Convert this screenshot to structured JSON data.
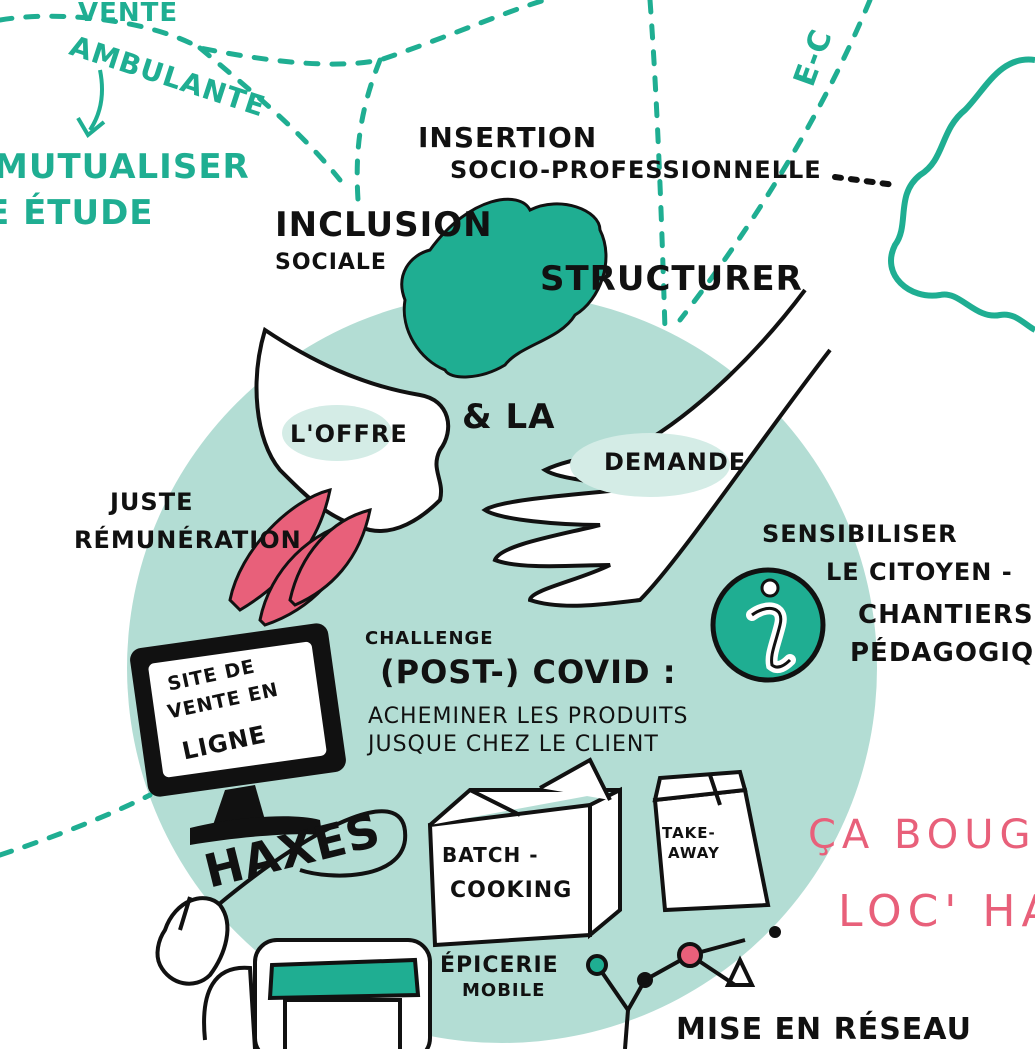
{
  "colors": {
    "teal": "#1fae92",
    "circle": "#b3ddd4",
    "pink": "#e8607a",
    "ink": "#111111"
  },
  "top_left": {
    "vente": "VENTE",
    "ambulante": "AMBULANTE",
    "mutualiser": "MUTUALISER",
    "etude": "E ÉTUDE"
  },
  "top_right": {
    "partial": "E-C"
  },
  "center_top": {
    "insertion": "INSERTION",
    "socio": "SOCIO-PROFESSIONNELLE",
    "inclusion": "INCLUSION",
    "sociale": "SOCIALE",
    "structurer": "STRUCTURER"
  },
  "handshake": {
    "offre": "L'OFFRE",
    "la": "& LA",
    "demande": "DEMANDE"
  },
  "left": {
    "juste": "JUSTE",
    "remuneration": "RÉMUNÉRATION"
  },
  "right": {
    "sensibiliser": "SENSIBILISER",
    "citoyen": "LE CITOYEN -",
    "chantiers": "CHANTIERS",
    "pedagogiques": "PÉDAGOGIQU",
    "info_icon": "info-icon"
  },
  "monitor": {
    "line1": "SITE DE",
    "line2": "VENTE EN",
    "line3": "LIGNE"
  },
  "covid": {
    "challenge": "CHALLENGE",
    "post": "(POST-) COVID :",
    "line1": "ACHEMINER LES PRODUITS",
    "line2": "JUSQUE CHEZ LE CLIENT"
  },
  "haxes": "HAXES",
  "box": {
    "line1": "BATCH -",
    "line2": "COOKING"
  },
  "bag": {
    "line1": "TAKE-",
    "line2": "AWAY"
  },
  "bottom_right": {
    "line1": "ÇA BOUG",
    "line2": "LOC' HA"
  },
  "epicerie": {
    "line1": "ÉPICERIE",
    "line2": "MOBILE"
  },
  "reseau": "MISE EN RÉSEAU"
}
